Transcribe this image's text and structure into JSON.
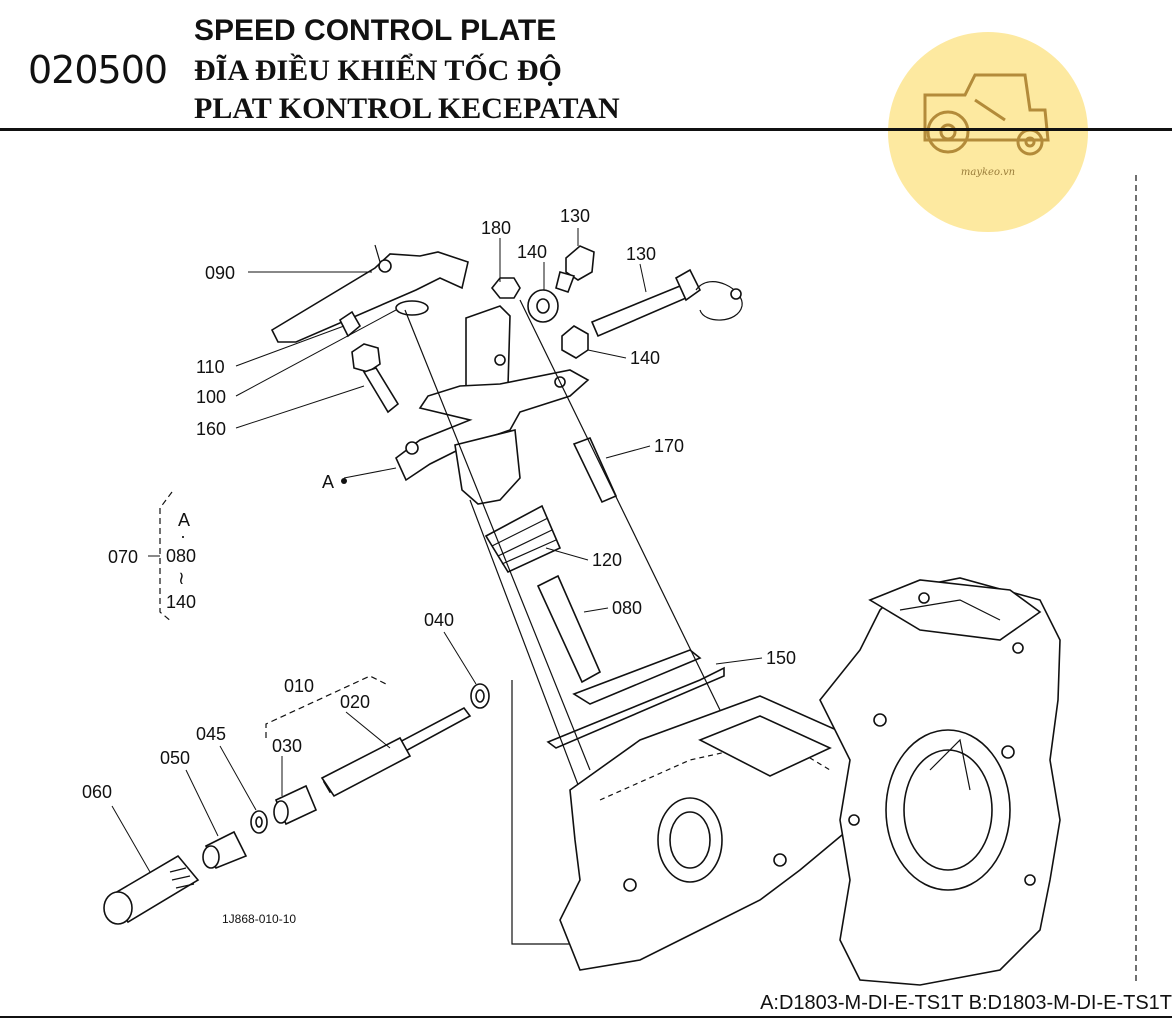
{
  "header": {
    "code": "020500",
    "title_en": "SPEED CONTROL PLATE",
    "title_vi": "ĐĨA ĐIỀU KHIỂN TỐC ĐỘ",
    "title_id": "PLAT KONTROL KECEPATAN"
  },
  "logo": {
    "text": "maykeo.vn",
    "color": "#fde9a0",
    "icon": "tractor-icon"
  },
  "callouts": {
    "c010": "010",
    "c020": "020",
    "c030": "030",
    "c040": "040",
    "c045": "045",
    "c050": "050",
    "c060": "060",
    "c070": "070",
    "c080": "080",
    "c090": "090",
    "c100": "100",
    "c110": "110",
    "c120": "120",
    "c130a": "130",
    "c130b": "130",
    "c140a": "140",
    "c140b": "140",
    "c150": "150",
    "c160": "160",
    "c170": "170",
    "c180": "180",
    "ref_a": "A"
  },
  "group_070": {
    "top": "A",
    "dot": "·",
    "mid": "080",
    "tilde": "≀",
    "bottom": "140"
  },
  "figure_code": "1J868-010-10",
  "footer": {
    "model_code": "A:D1803-M-DI-E-TS1T B:D1803-M-DI-E-TS1T"
  }
}
